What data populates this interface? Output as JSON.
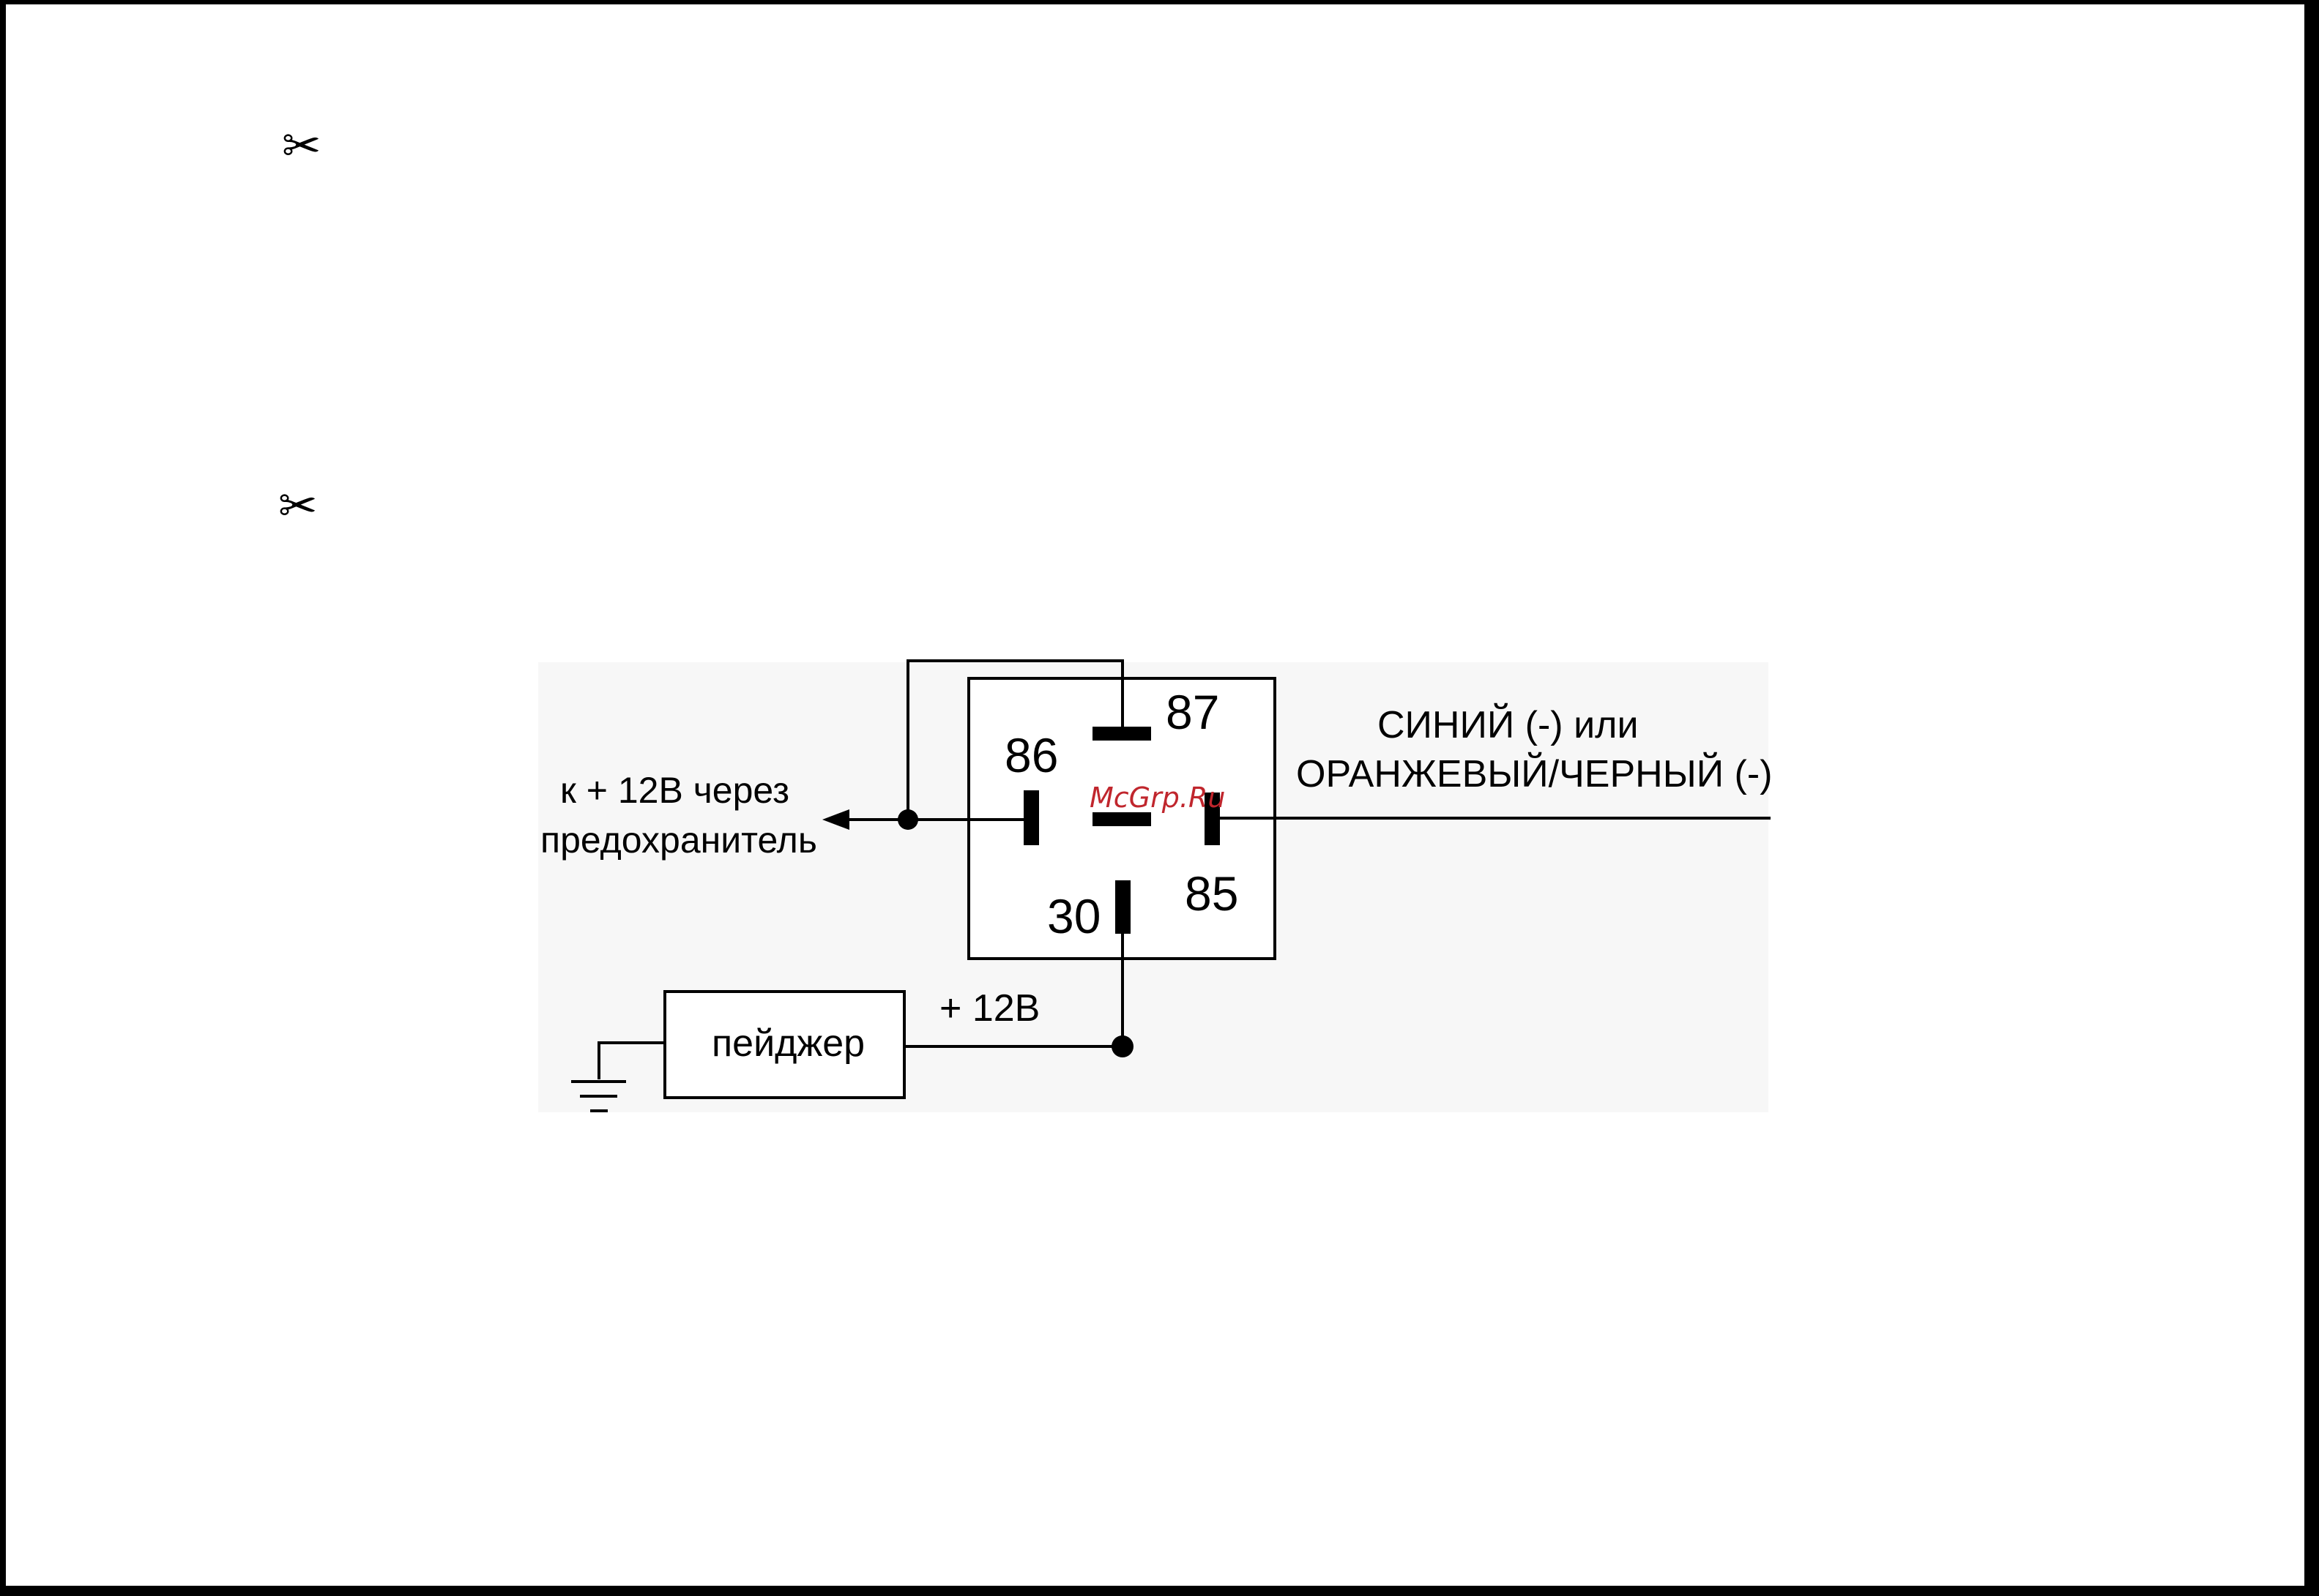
{
  "markers": [
    "✂",
    "✂"
  ],
  "relay": {
    "pin_87": "87",
    "pin_86": "86",
    "pin_85": "85",
    "pin_30": "30"
  },
  "labels": {
    "left_line1": "к + 12В через",
    "left_line2": "предохранитель",
    "right_line1": "СИНИЙ (-) или",
    "right_line2": "ОРАНЖЕВЫЙ/ЧЕРНЫЙ (-)",
    "pager": "пейджер",
    "supply": "+ 12В"
  },
  "watermark": "McGrp.Ru",
  "colors": {
    "ink": "#000000",
    "watermark": "#c0262d",
    "panel": "#f7f7f7"
  }
}
